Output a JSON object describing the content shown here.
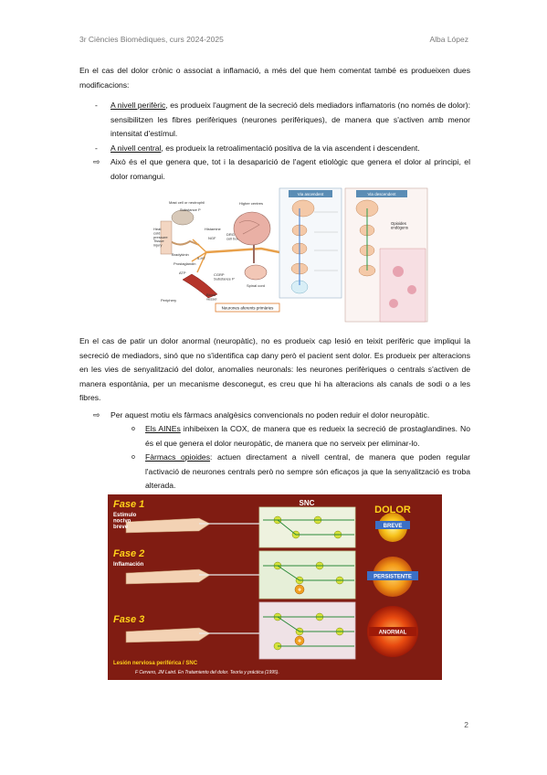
{
  "header": {
    "course": "3r Ciències Biomèdiques, curs 2024-2025",
    "author": "Alba López"
  },
  "intro_paragraph": "En el cas del dolor crònic o associat a inflamació, a més del que hem comentat també es produeixen dues modificacions:",
  "list1": [
    {
      "bullet": "-",
      "lead": "A nivell perifèric",
      "text": ", es produeix l'augment de la secreció dels mediadors inflamatoris (no només de dolor): sensibilitzen les fibres perifèriques (neurones perifèriques), de manera que s'activen amb menor intensitat d'estímul."
    },
    {
      "bullet": "-",
      "lead": "A nivell central",
      "text": ", es produeix la retroalimentació positiva de la via ascendent i descendent."
    },
    {
      "bullet": "⇨",
      "lead": "",
      "text": "Això és el que genera que, tot i la desaparició de l'agent etiològic que genera el dolor al principi, el dolor romangui."
    }
  ],
  "figure1": {
    "labels": {
      "mast": "Mast cell or neutrophil",
      "higher": "Higher centres",
      "subp": "Substance P",
      "heat": "Heat\ncold\npressure\nTissue\ninjury",
      "histamine": "Histamine",
      "ngf": "NGF",
      "bradykinin": "Bradykinin",
      "ht": "5-HT",
      "prosta": "Prostaglandin",
      "atp": "ATP",
      "drg": "DRG\ncell body",
      "cgrp": "CGRP\nSubstance P",
      "blood": "Blood\nvessel",
      "spinal": "Spinal cord",
      "periphery": "Periphery",
      "via_asc": "Via ascendent",
      "via_desc": "Via descendent",
      "opioides": "Opioides\nendògens",
      "neurones": "Neurones aferents primàries"
    }
  },
  "paragraph2": "En el cas de patir un dolor anormal (neuropàtic), no es produeix cap lesió en teixit perifèric que impliqui la secreció de mediadors, sinó que no s'identifica cap dany però el pacient sent dolor. Es produeix per alteracions en les vies de senyalització del dolor, anomalies neuronals: les neurones perifèriques o centrals s'activen de manera espontània, per un mecanisme desconegut, es creu que hi ha alteracions als canals de sodi o a les fibres.",
  "list2": {
    "arrow": "⇨",
    "text": "Per aquest motiu els fàrmacs analgèsics convencionals no poden reduir el dolor neuropàtic.",
    "subitems": [
      {
        "marker": "o",
        "lead": "Els AINEs",
        "text": " inhibeixen la COX, de manera que es redueix la secreció de prostaglandines. No és el que genera el dolor neuropàtic, de manera que no serveix per eliminar-lo."
      },
      {
        "marker": "o",
        "lead": "Fàrmacs opioides",
        "text": ": actuen directament a nivell central, de manera que poden regular l'activació de neurones centrals però no sempre són eficaços ja que la senyalització es troba alterada."
      }
    ]
  },
  "figure2": {
    "phase1": "Fase 1",
    "phase1_sub": "Estímulo\nnocivo\nbreve",
    "phase2": "Fase 2",
    "phase2_sub": "Inflamación",
    "phase3": "Fase 3",
    "snc": "SNC",
    "dolor": "DOLOR",
    "breve": "BREVE",
    "persistente": "PERSISTENTE",
    "anormal": "ANORMAL",
    "lesion": "Lesión nerviosa periférica / SNC",
    "credit": "F Cervero, JM Laird. En Tratamiento del dolor. Teoría y práctica (1995)."
  },
  "page_number": "2"
}
